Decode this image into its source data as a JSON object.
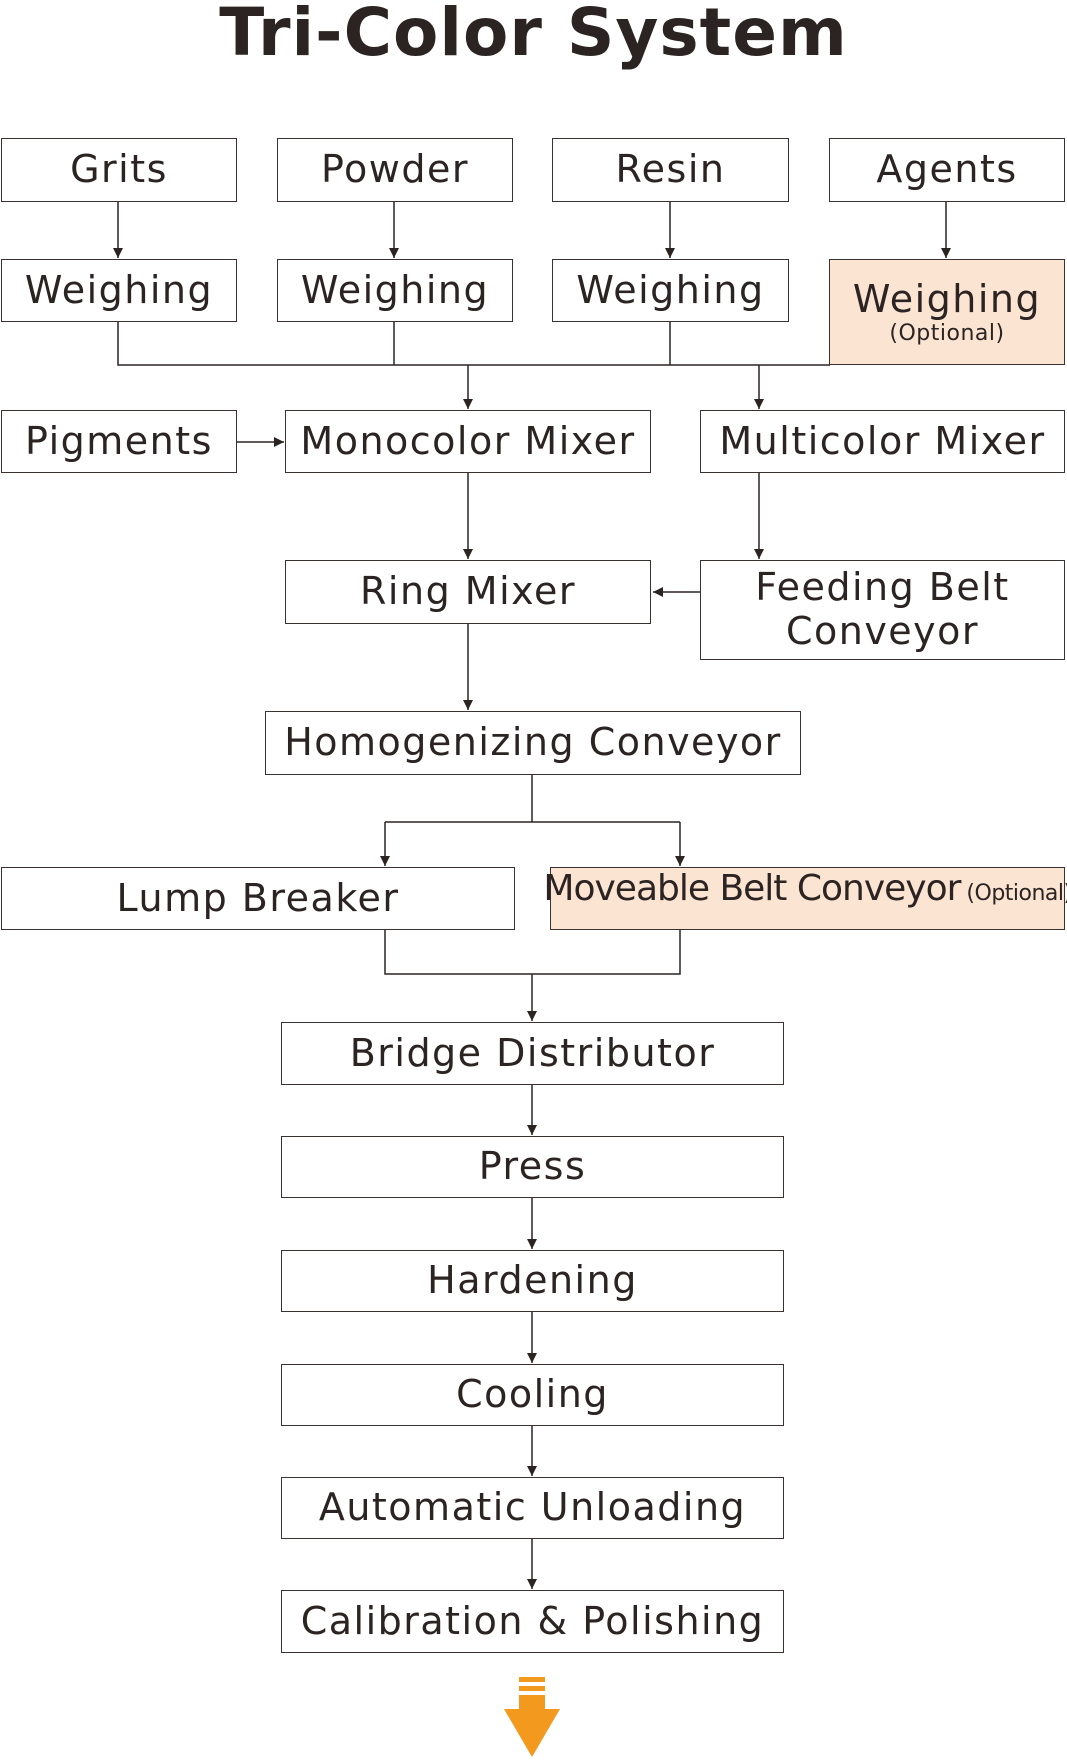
{
  "title": "Tri-Color System",
  "colors": {
    "border": "#3a3231",
    "text": "#2b2423",
    "optional_fill": "#fbe4d2",
    "end_arrow": "#f39a1e"
  },
  "nodes": {
    "grits": "Grits",
    "powder": "Powder",
    "resin": "Resin",
    "agents": "Agents",
    "weighing_grits": "Weighing",
    "weighing_powder": "Weighing",
    "weighing_resin": "Weighing",
    "weighing_agents": {
      "label": "Weighing",
      "note": "(Optional)"
    },
    "pigments": "Pigments",
    "monocolor_mixer": "Monocolor Mixer",
    "multicolor_mixer": "Multicolor Mixer",
    "ring_mixer": "Ring Mixer",
    "feeding_belt_conveyor": {
      "line1": "Feeding Belt",
      "line2": "Conveyor"
    },
    "homogenizing_conveyor": "Homogenizing Conveyor",
    "lump_breaker": "Lump Breaker",
    "moveable_belt_conveyor": {
      "label": "Moveable Belt Conveyor",
      "note": "(Optional)"
    },
    "bridge_distributor": "Bridge Distributor",
    "press": "Press",
    "hardening": "Hardening",
    "cooling": "Cooling",
    "automatic_unloading": "Automatic Unloading",
    "calibration_polishing": "Calibration & Polishing"
  },
  "end_marker_icon": "down-arrow-icon"
}
